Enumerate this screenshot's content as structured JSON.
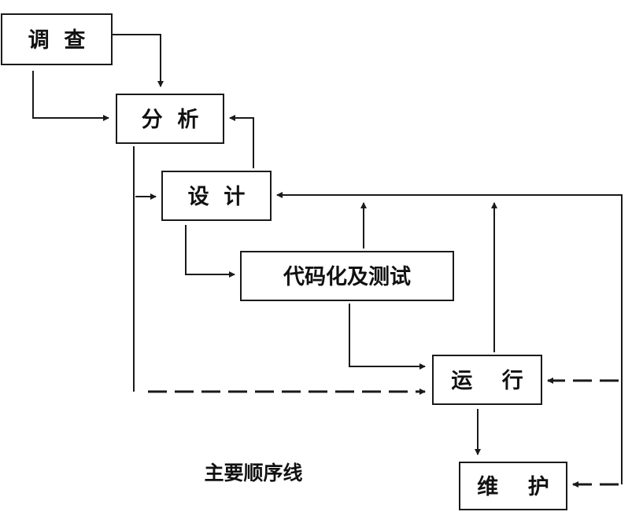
{
  "boxes": {
    "survey": "调  查",
    "analysis": "分  析",
    "design": "设  计",
    "coding": "代码化及测试",
    "operation": "运    行",
    "maintenance": "维    护"
  },
  "caption": "主要顺序线",
  "colors": {
    "ink": "#1a1a1a",
    "paper": "#ffffff"
  }
}
